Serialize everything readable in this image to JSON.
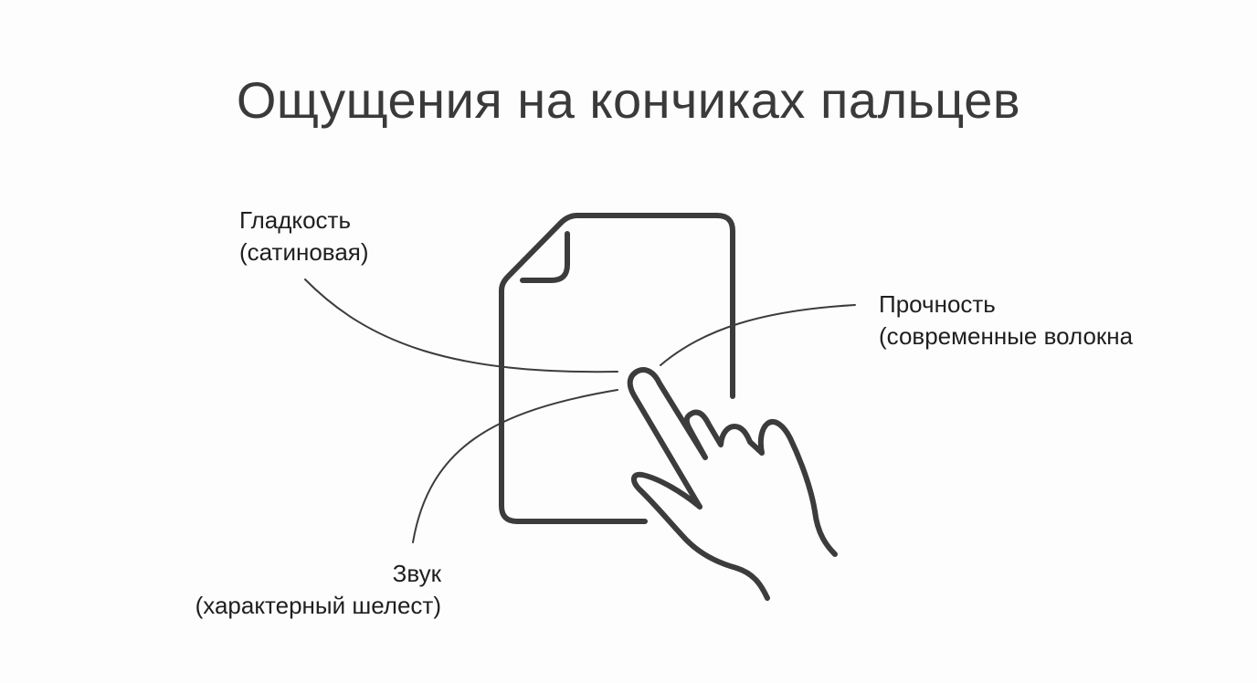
{
  "title": "Ощущения на кончиках пальцев",
  "labels": {
    "smoothness": {
      "line1": "Гладкость",
      "line2": "(сатиновая)"
    },
    "strength": {
      "line1": "Прочность",
      "line2": "(современные волокна"
    },
    "sound": {
      "line1": "Звук",
      "line2": "(характерный шелест)"
    }
  },
  "icons": {
    "document": "document-icon",
    "hand": "pointing-hand-icon"
  },
  "colors": {
    "stroke": "#3c3c3c",
    "text": "#1f1f1f",
    "background": "#fdfdfd"
  }
}
